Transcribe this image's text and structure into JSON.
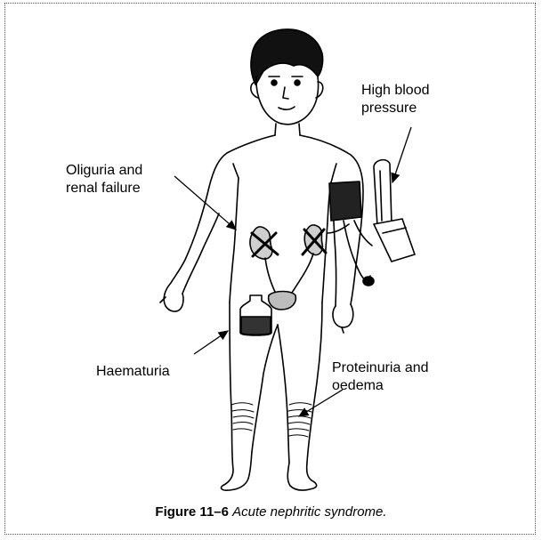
{
  "labels": {
    "high_blood_pressure": [
      "High blood",
      "pressure"
    ],
    "oliguria": [
      "Oliguria and",
      "renal failure"
    ],
    "haematuria": "Haematuria",
    "proteinuria": [
      "Proteinuria and",
      "oedema"
    ]
  },
  "caption": {
    "number": "Figure 11–6",
    "text": "Acute nephritic syndrome."
  }
}
